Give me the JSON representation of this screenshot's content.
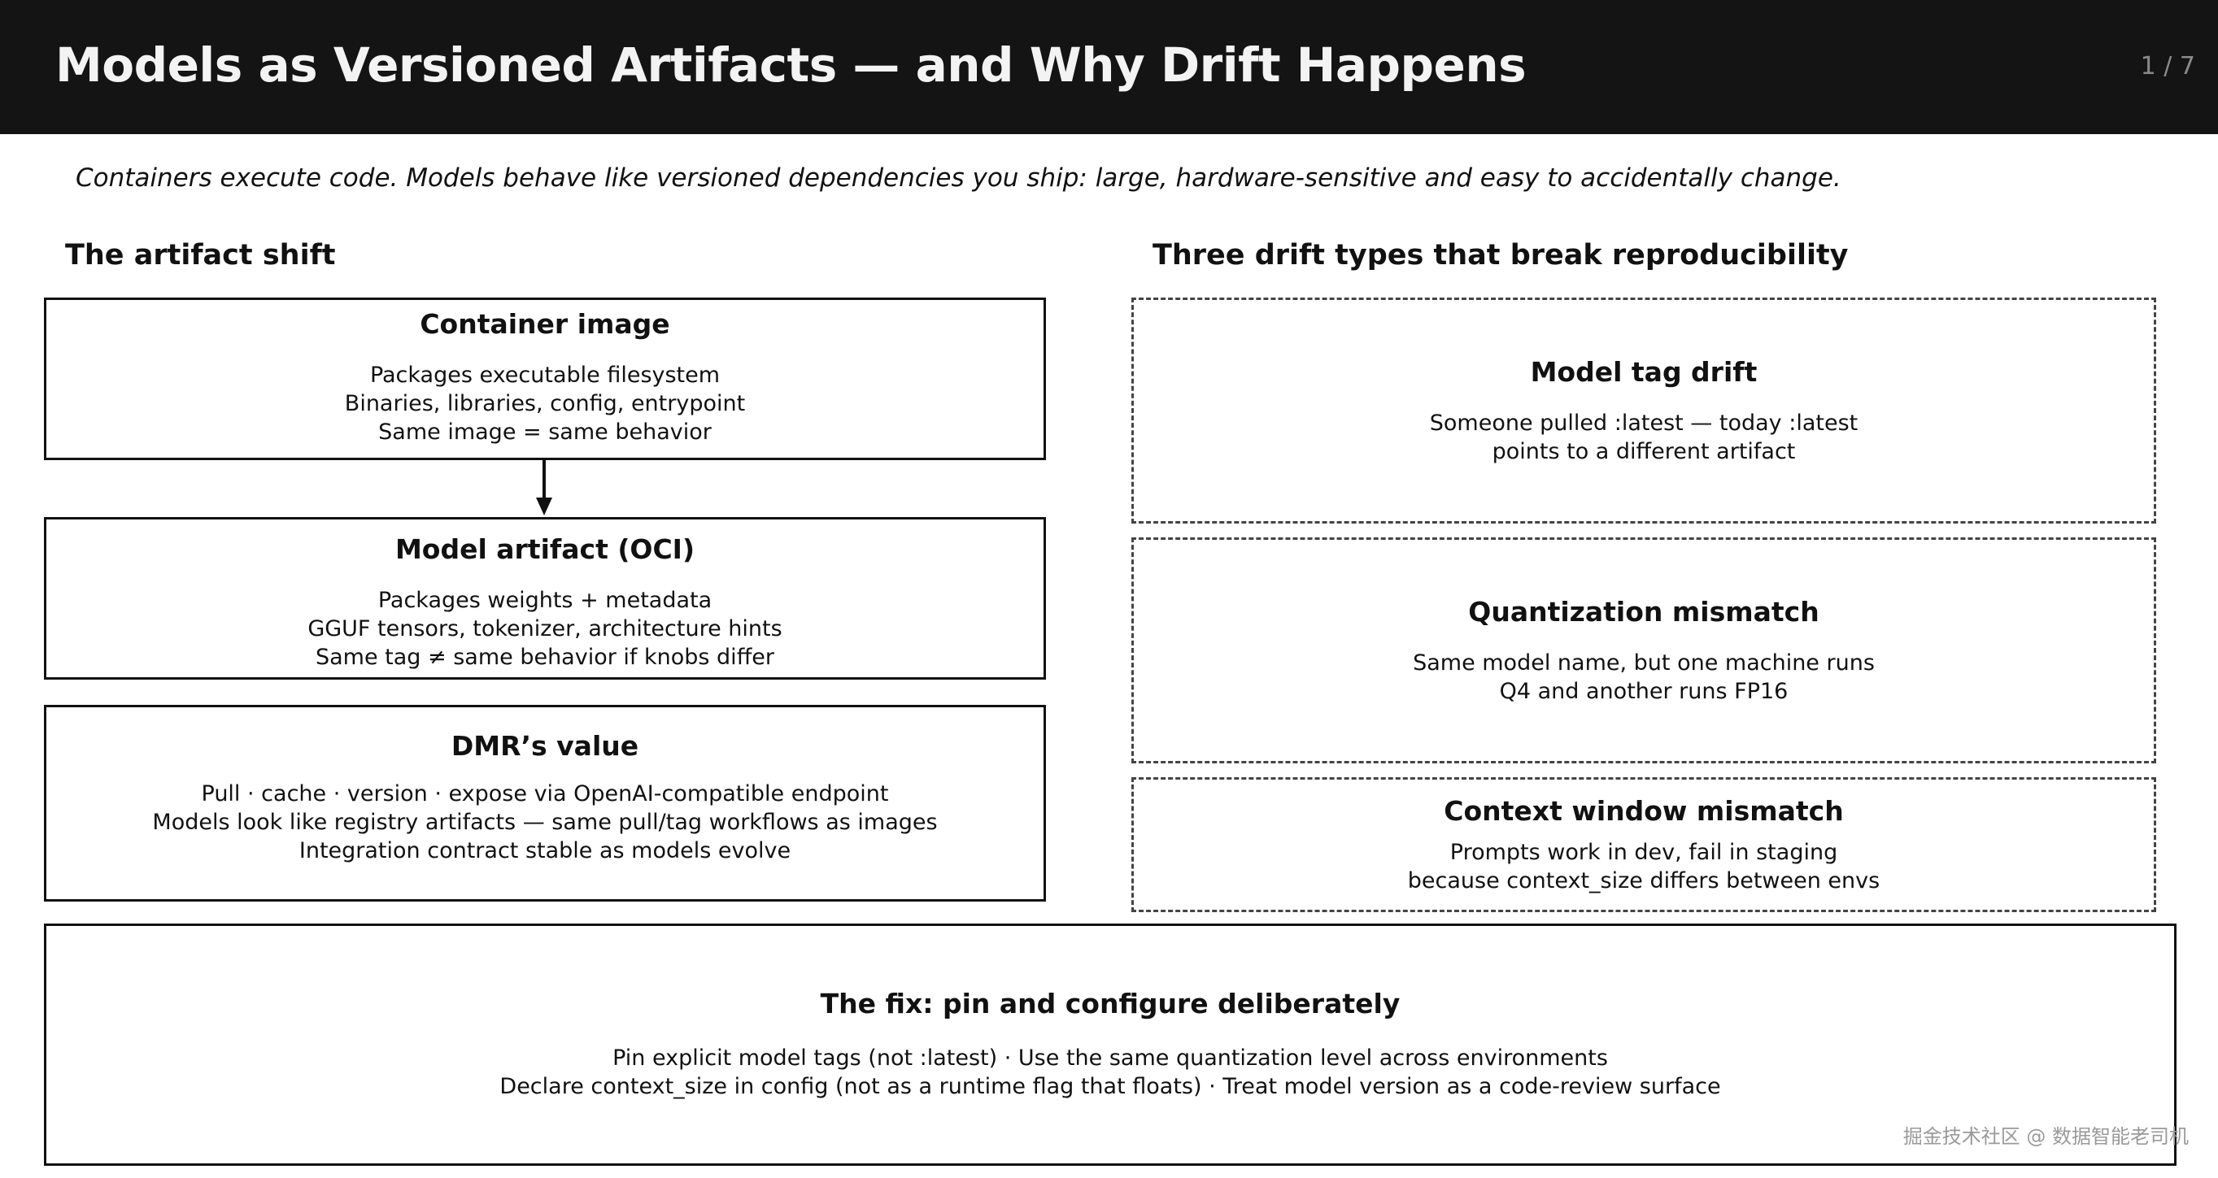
{
  "header": {
    "title": "Models as Versioned Artifacts — and Why Drift Happens",
    "page_indicator": "1 / 7"
  },
  "subtitle": "Containers execute code. Models behave like versioned dependencies you ship: large, hardware-sensitive and easy to accidentally change.",
  "left_section": {
    "heading": "The artifact shift",
    "boxes": [
      {
        "title": "Container image",
        "lines": [
          "Packages executable filesystem",
          "Binaries, libraries, config, entrypoint",
          "Same image = same behavior"
        ]
      },
      {
        "title": "Model artifact (OCI)",
        "lines": [
          "Packages weights + metadata",
          "GGUF tensors, tokenizer, architecture hints",
          "Same tag ≠ same behavior if knobs differ"
        ]
      },
      {
        "title": "DMR’s value",
        "lines": [
          "Pull · cache · version · expose via OpenAI-compatible endpoint",
          "Models look like registry artifacts — same pull/tag workflows as images",
          "Integration contract stable as models evolve"
        ]
      }
    ]
  },
  "right_section": {
    "heading": "Three drift types that break reproducibility",
    "boxes": [
      {
        "title": "Model tag drift",
        "lines": [
          "Someone pulled :latest — today :latest",
          "points to a different artifact"
        ]
      },
      {
        "title": "Quantization mismatch",
        "lines": [
          "Same model name, but one machine runs",
          "Q4 and another runs FP16"
        ]
      },
      {
        "title": "Context window mismatch",
        "lines": [
          "Prompts work in dev, fail in staging",
          "because context_size differs between envs"
        ]
      }
    ]
  },
  "fix_box": {
    "title": "The fix: pin and configure deliberately",
    "lines": [
      "Pin explicit model tags (not :latest) · Use the same quantization level across environments",
      "Declare context_size in config (not as a runtime flag that floats) · Treat model version as a code-review surface"
    ]
  },
  "watermark": "掘金技术社区 @ 数据智能老司机"
}
